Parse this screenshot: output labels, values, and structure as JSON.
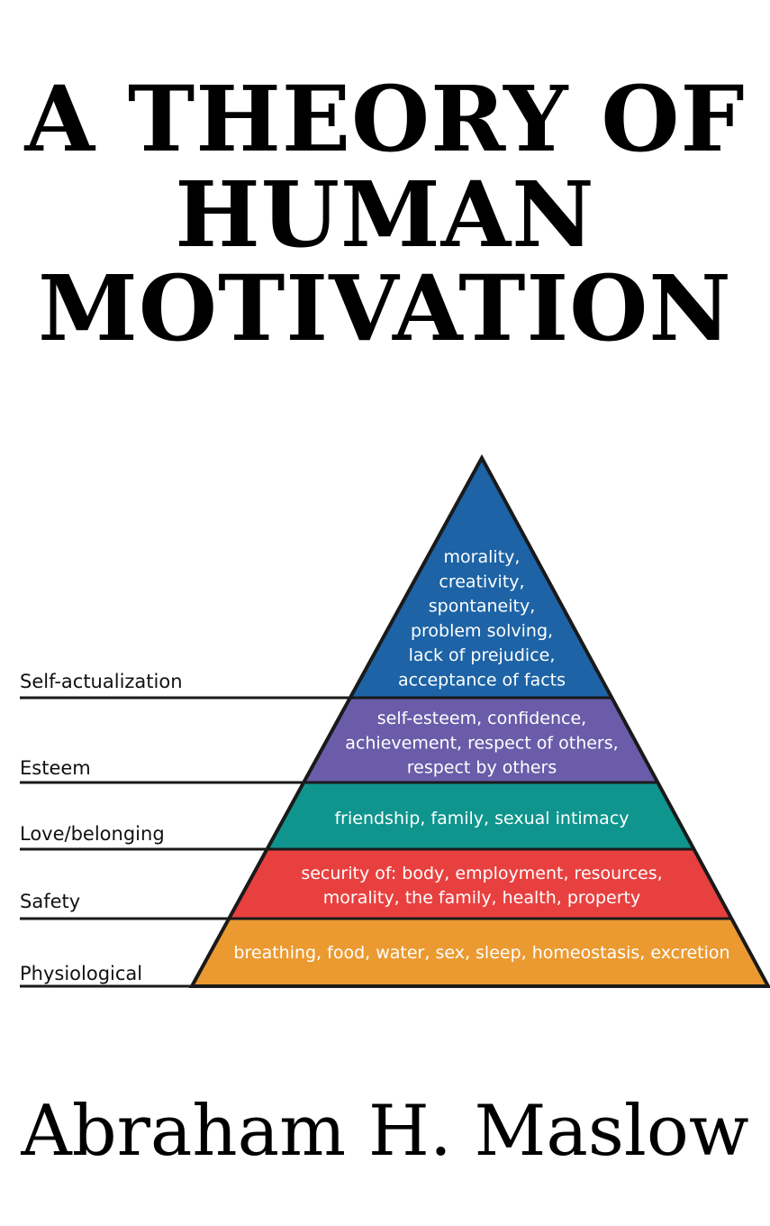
{
  "title": {
    "line1": "A THEORY OF",
    "line2": "HUMAN",
    "line3": "MOTIVATION"
  },
  "author": "Abraham H. Maslow",
  "pyramid": {
    "levels": [
      {
        "name": "Self-actualization",
        "color": "#1d63a6",
        "lines": [
          "morality,",
          "creativity,",
          "spontaneity,",
          "problem solving,",
          "lack of prejudice,",
          "acceptance of facts"
        ]
      },
      {
        "name": "Esteem",
        "color": "#6a5ca9",
        "lines": [
          "self-esteem, confidence,",
          "achievement, respect of others,",
          "respect by others"
        ]
      },
      {
        "name": "Love/belonging",
        "color": "#0f958d",
        "lines": [
          "friendship, family, sexual intimacy"
        ]
      },
      {
        "name": "Safety",
        "color": "#e8403f",
        "lines": [
          "security of: body, employment, resources,",
          "morality, the family, health, property"
        ]
      },
      {
        "name": "Physiological",
        "color": "#eb9a31",
        "lines": [
          "breathing, food, water, sex, sleep, homeostasis, excretion"
        ]
      }
    ]
  }
}
